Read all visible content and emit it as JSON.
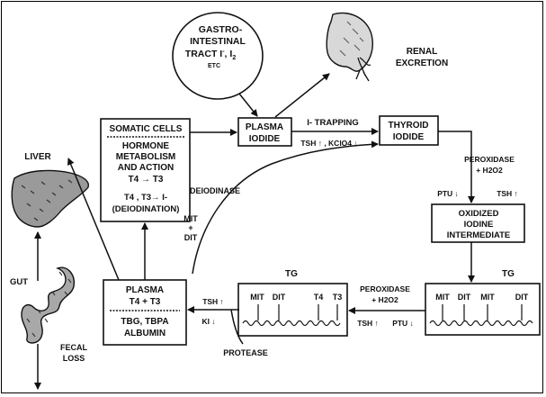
{
  "gi_tract": {
    "line1": "GASTRO-",
    "line2": "INTESTINAL",
    "line3": "TRACT I",
    "line3_sup": "-",
    "line3_tail": ", I",
    "line3_sub": "2",
    "line4": "ETC"
  },
  "renal": {
    "line1": "RENAL",
    "line2": "EXCRETION"
  },
  "somatic_cells": {
    "title": "SOMATIC CELLS",
    "line1": "HORMONE",
    "line2": "METABOLISM",
    "line3": "AND ACTION",
    "line4": "T4 → T3",
    "line5": "T4 , T3→ I-",
    "line6": "(DEIODINATION)"
  },
  "plasma_iodide": {
    "line1": "PLASMA",
    "line2": "IODIDE"
  },
  "thyroid_iodide": {
    "line1": "THYROID",
    "line2": "IODIDE"
  },
  "trapping": {
    "label": "I- TRAPPING",
    "modifiers": "TSH ↑ , KClO4 ↓"
  },
  "peroxidase_top": {
    "line1": "PEROXIDASE",
    "line2": "+ H2O2"
  },
  "ptu_tsh": {
    "ptu": "PTU ↓",
    "tsh": "TSH ↑"
  },
  "oxidized": {
    "line1": "OXIDIZED",
    "line2": "IODINE",
    "line3": "INTERMEDIATE"
  },
  "liver": {
    "label": "LIVER"
  },
  "gut": {
    "label": "GUT"
  },
  "fecal": {
    "line1": "FECAL",
    "line2": "LOSS"
  },
  "deiodinase": {
    "label": "DEIODINASE"
  },
  "mit_dit": {
    "line1": "MIT",
    "line2": "+",
    "line3": "DIT"
  },
  "plasma_box": {
    "line1": "PLASMA",
    "line2": "T4 + T3",
    "line3": "TBG, TBPA",
    "line4": "ALBUMIN"
  },
  "tsh_ki": {
    "tsh": "TSH ↑",
    "ki": "KI ↓"
  },
  "protease": {
    "label": "PROTEASE"
  },
  "tg_left": {
    "label": "TG",
    "mit": "MIT",
    "dit": "DIT",
    "t4": "T4",
    "t3": "T3"
  },
  "tg_right": {
    "label": "TG",
    "mit1": "MIT",
    "dit1": "DIT",
    "mit2": "MIT",
    "dit2": "DIT"
  },
  "peroxidase_mid": {
    "line1": "PEROXIDASE",
    "line2": "+ H2O2"
  },
  "tsh_ptu_mid": {
    "tsh": "TSH ↑",
    "ptu": "PTU ↓"
  }
}
